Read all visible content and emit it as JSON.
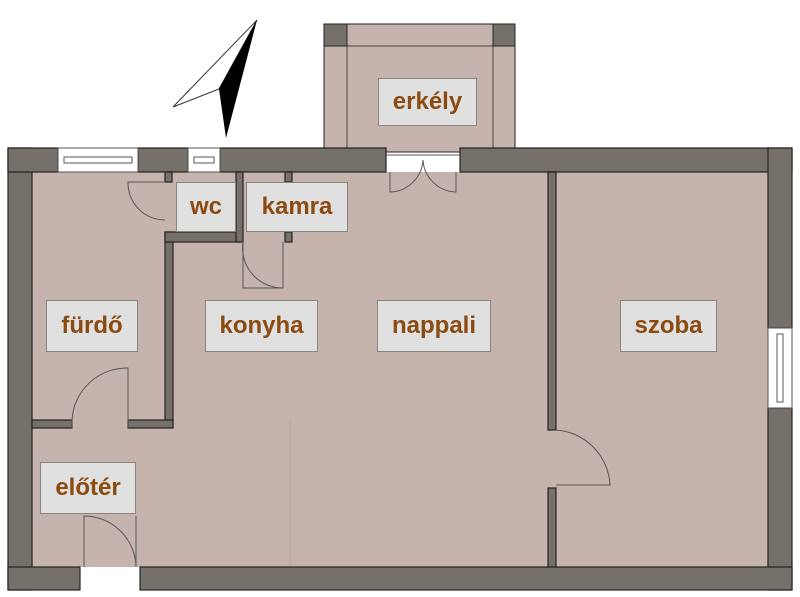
{
  "colors": {
    "wall": "#76706a",
    "floor": "#c6b3ae",
    "label_bg": "#e0e0e0",
    "label_text": "#8b4a10"
  },
  "rooms": {
    "erkely": "erkély",
    "wc": "wc",
    "kamra": "kamra",
    "furdo": "fürdő",
    "konyha": "konyha",
    "nappali": "nappali",
    "szoba": "szoba",
    "eloter": "előtér"
  },
  "compass_icon": "north-arrow-icon"
}
